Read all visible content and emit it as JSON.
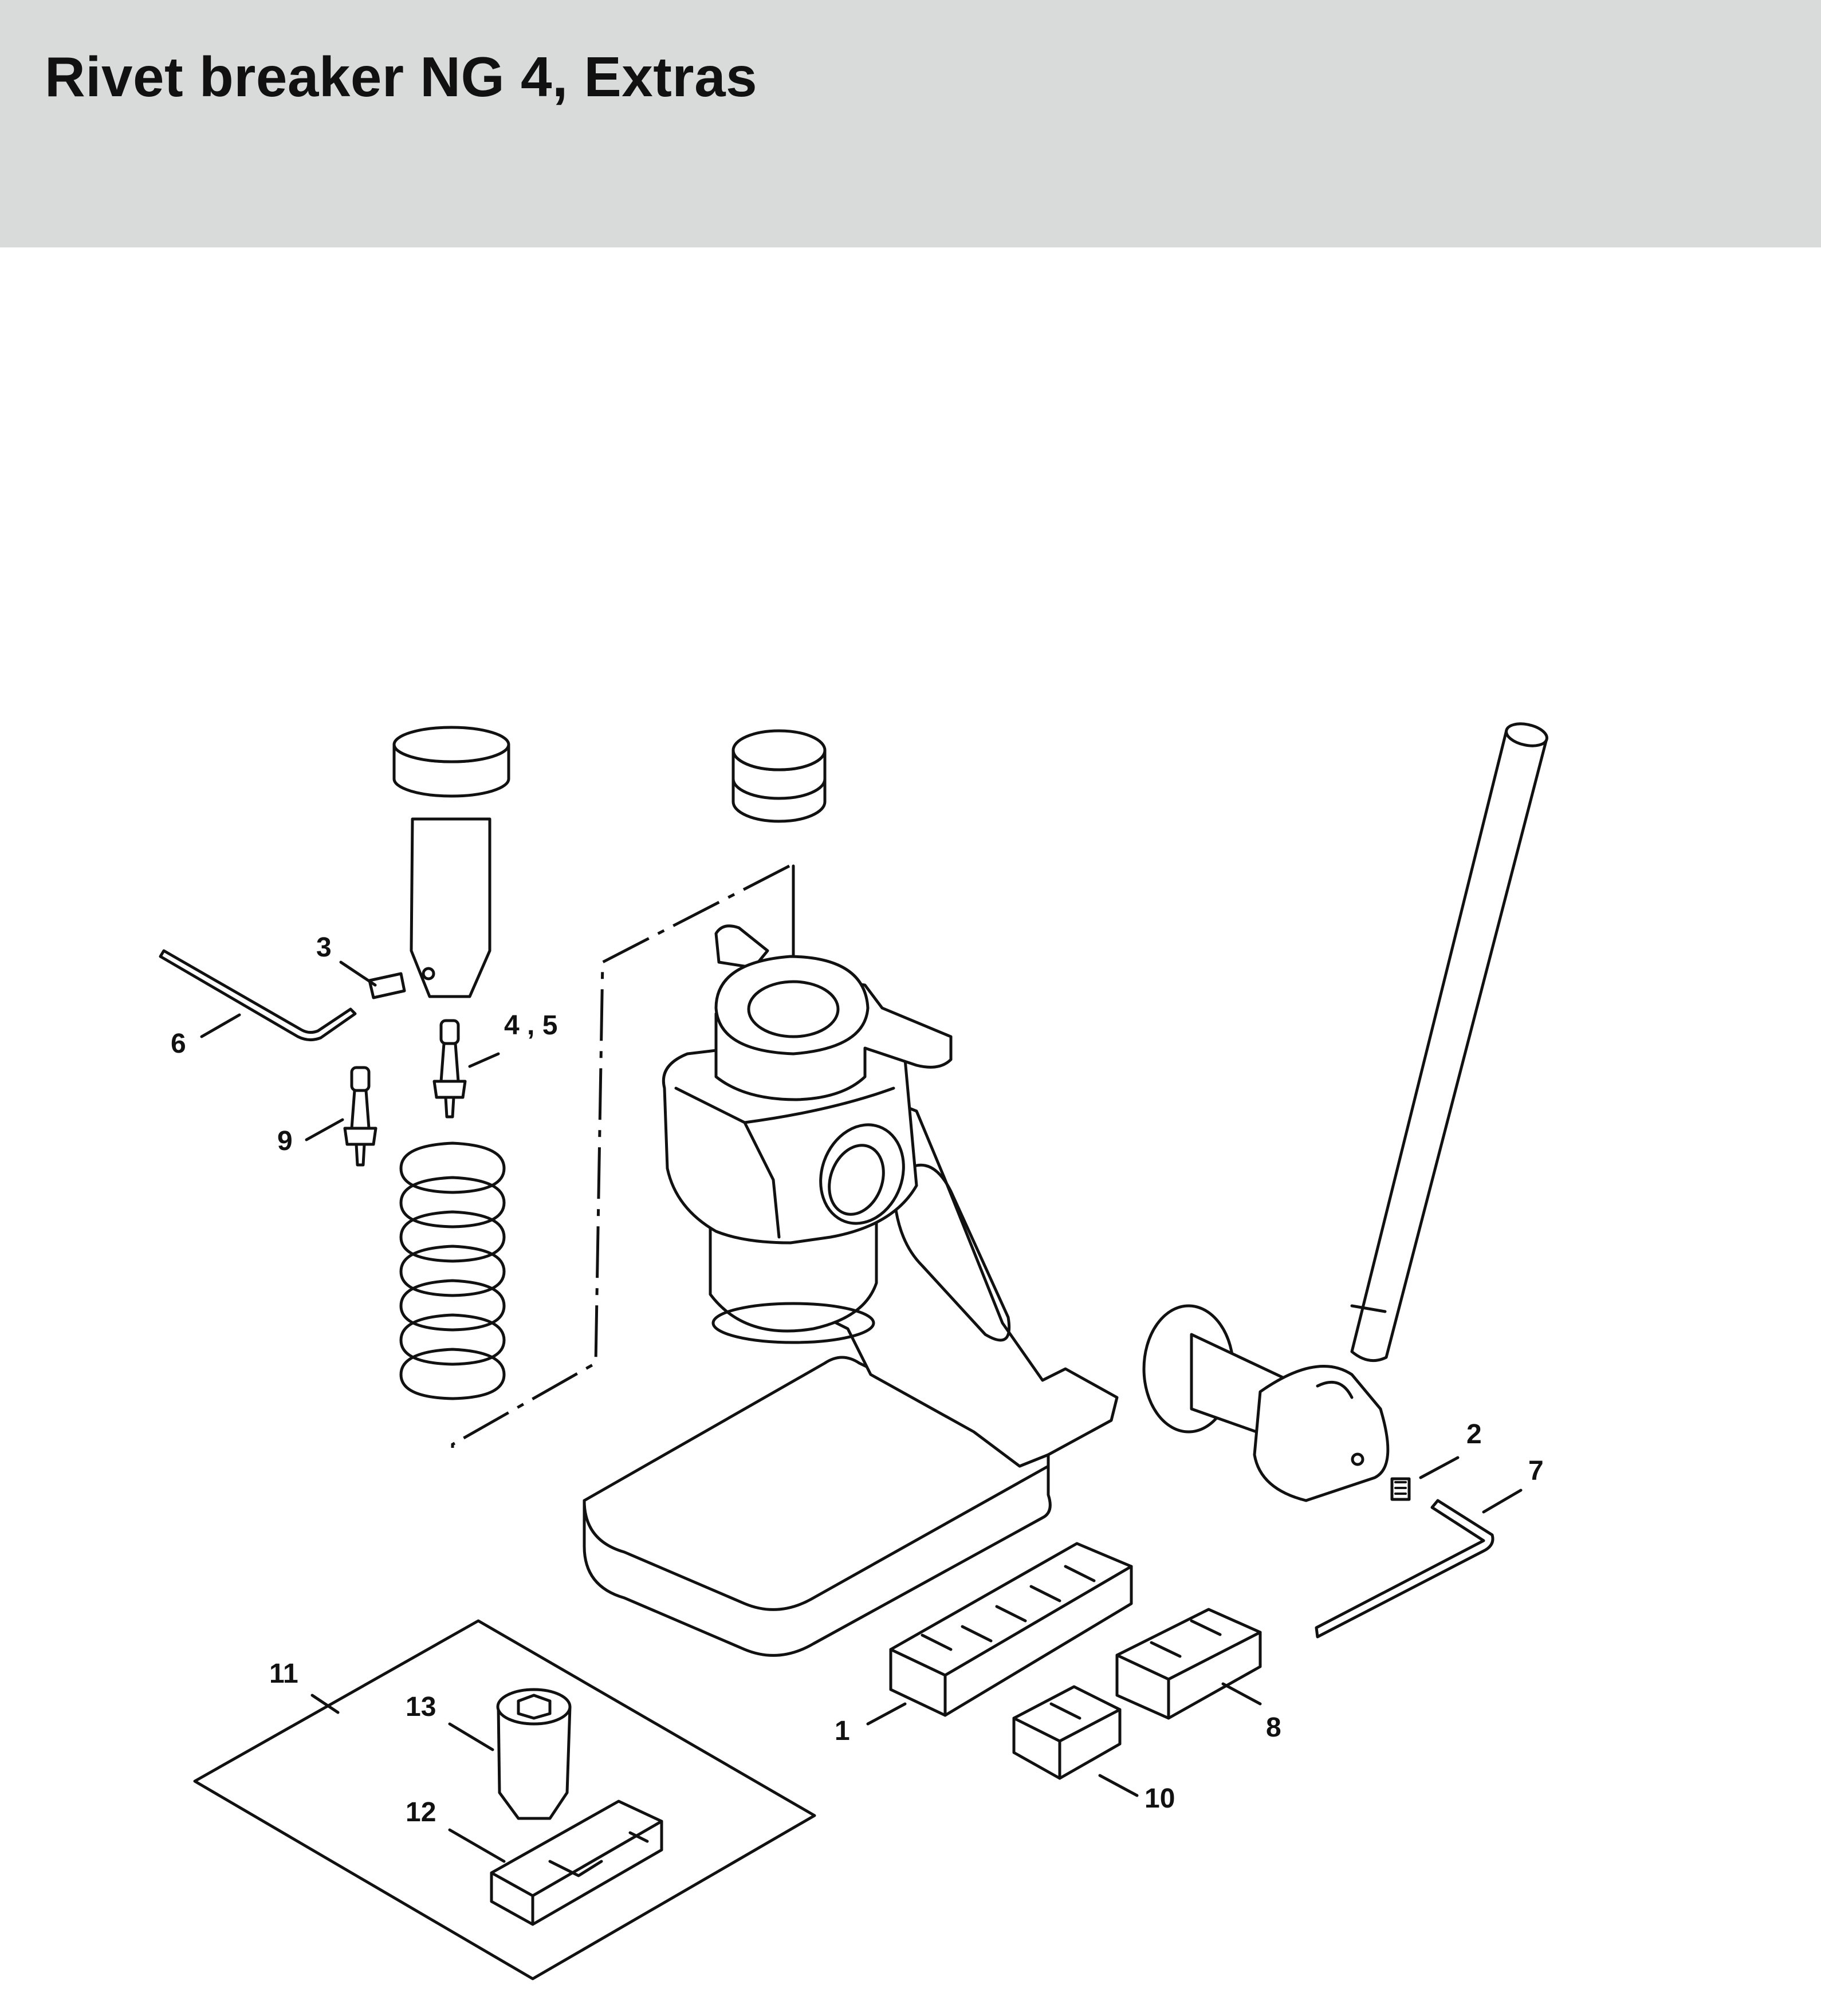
{
  "header": {
    "title": "Rivet breaker NG 4, Extras"
  },
  "callouts": [
    {
      "label": "1"
    },
    {
      "label": "2"
    },
    {
      "label": "3"
    },
    {
      "label": "4 , 5"
    },
    {
      "label": "6"
    },
    {
      "label": "7"
    },
    {
      "label": "8"
    },
    {
      "label": "9"
    },
    {
      "label": "10"
    },
    {
      "label": "11"
    },
    {
      "label": "12"
    },
    {
      "label": "13"
    }
  ],
  "colors": {
    "header_bg": "#d9dbda",
    "line": "#111111",
    "background": "#ffffff"
  }
}
